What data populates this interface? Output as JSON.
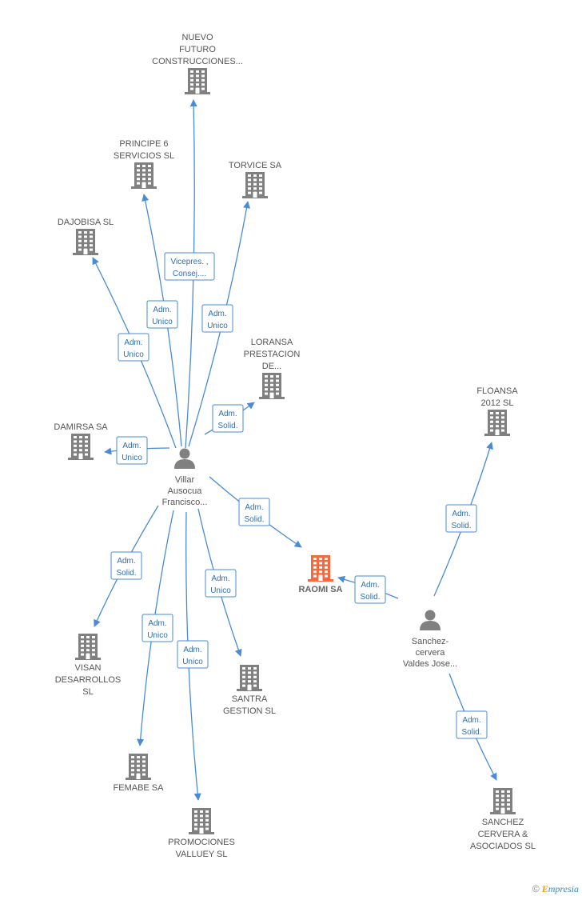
{
  "colors": {
    "company": "#808080",
    "focus_company": "#f26a3d",
    "person": "#808080",
    "edge": "#4a8bd6",
    "edge_text": "#2f6fb0"
  },
  "footer": {
    "copyright": "©",
    "brand_initial": "E",
    "brand_rest": "mpresia"
  },
  "nodes": [
    {
      "id": "nuevo",
      "kind": "company",
      "label": [
        "NUEVO",
        "FUTURO",
        "CONSTRUCCIONES..."
      ]
    },
    {
      "id": "principe",
      "kind": "company",
      "label": [
        "PRINCIPE 6",
        "SERVICIOS SL"
      ]
    },
    {
      "id": "torvice",
      "kind": "company",
      "label": [
        "TORVICE SA"
      ]
    },
    {
      "id": "dajobisa",
      "kind": "company",
      "label": [
        "DAJOBISA SL"
      ]
    },
    {
      "id": "loransa",
      "kind": "company",
      "label": [
        "LORANSA",
        "PRESTACION",
        "DE..."
      ]
    },
    {
      "id": "floansa",
      "kind": "company",
      "label": [
        "FLOANSA",
        "2012 SL"
      ]
    },
    {
      "id": "damirsa",
      "kind": "company",
      "label": [
        "DAMIRSA SA"
      ]
    },
    {
      "id": "villar",
      "kind": "person",
      "label": [
        "Villar",
        "Ausocua",
        "Francisco..."
      ]
    },
    {
      "id": "raomi",
      "kind": "focus",
      "label": [
        "RAOMI SA"
      ]
    },
    {
      "id": "sanchez_p",
      "kind": "person",
      "label": [
        "Sanchez-",
        "cervera",
        "Valdes Jose..."
      ]
    },
    {
      "id": "visan",
      "kind": "company",
      "label": [
        "VISAN",
        "DESARROLLOS",
        "SL"
      ]
    },
    {
      "id": "santra",
      "kind": "company",
      "label": [
        "SANTRA",
        "GESTION SL"
      ]
    },
    {
      "id": "femabe",
      "kind": "company",
      "label": [
        "FEMABE SA"
      ]
    },
    {
      "id": "promociones",
      "kind": "company",
      "label": [
        "PROMOCIONES",
        "VALLUEY SL"
      ]
    },
    {
      "id": "sanchez_c",
      "kind": "company",
      "label": [
        "SANCHEZ",
        "CERVERA &",
        "ASOCIADOS SL"
      ]
    }
  ],
  "edges": [
    {
      "from": "villar",
      "to": "nuevo",
      "label": [
        "Vicepres. ,",
        "Consej...."
      ]
    },
    {
      "from": "villar",
      "to": "principe",
      "label": [
        "Adm.",
        "Unico"
      ]
    },
    {
      "from": "villar",
      "to": "torvice",
      "label": [
        "Adm.",
        "Unico"
      ]
    },
    {
      "from": "villar",
      "to": "dajobisa",
      "label": [
        "Adm.",
        "Unico"
      ]
    },
    {
      "from": "villar",
      "to": "loransa",
      "label": [
        "Adm.",
        "Solid."
      ]
    },
    {
      "from": "villar",
      "to": "damirsa",
      "label": [
        "Adm.",
        "Unico"
      ]
    },
    {
      "from": "villar",
      "to": "raomi",
      "label": [
        "Adm.",
        "Solid."
      ]
    },
    {
      "from": "villar",
      "to": "visan",
      "label": [
        "Adm.",
        "Solid."
      ]
    },
    {
      "from": "villar",
      "to": "santra",
      "label": [
        "Adm.",
        "Unico"
      ]
    },
    {
      "from": "villar",
      "to": "femabe",
      "label": [
        "Adm.",
        "Unico"
      ]
    },
    {
      "from": "villar",
      "to": "promociones",
      "label": [
        "Adm.",
        "Unico"
      ]
    },
    {
      "from": "sanchez_p",
      "to": "raomi",
      "label": [
        "Adm.",
        "Solid."
      ]
    },
    {
      "from": "sanchez_p",
      "to": "floansa",
      "label": [
        "Adm.",
        "Solid."
      ]
    },
    {
      "from": "sanchez_p",
      "to": "sanchez_c",
      "label": [
        "Adm.",
        "Solid."
      ]
    }
  ]
}
